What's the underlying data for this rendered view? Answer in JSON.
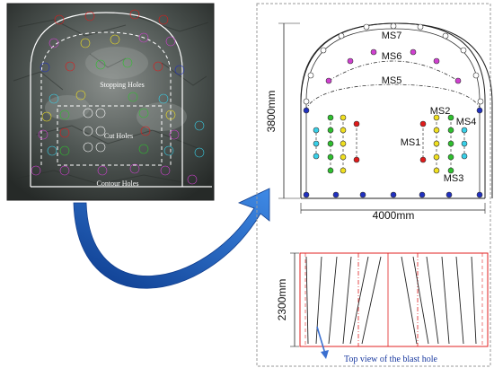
{
  "photo": {
    "labels": {
      "stopping": "Stopping Holes",
      "cut": "Cut Holes",
      "contour": "Contour Holes"
    }
  },
  "section": {
    "ring_labels": {
      "ms7": "MS7",
      "ms6": "MS6",
      "ms5": "MS5"
    },
    "side_labels": {
      "ms1": "MS1",
      "ms2": "MS2",
      "ms3": "MS3",
      "ms4": "MS4"
    },
    "dims": {
      "height": "3800mm",
      "width": "4000mm"
    }
  },
  "topview": {
    "depth": "2300mm",
    "caption": "Top view of the blast hole"
  },
  "colors": {
    "ms1": "#e01a1a",
    "ms2": "#f0e020",
    "ms3": "#2ec02e",
    "ms4": "#38d0e8",
    "ms5": "#2030c0",
    "ms6": "#d040d0",
    "ms7": "#ffffff",
    "arrow": "#1f5fbf",
    "caption": "#1a3aa0"
  }
}
